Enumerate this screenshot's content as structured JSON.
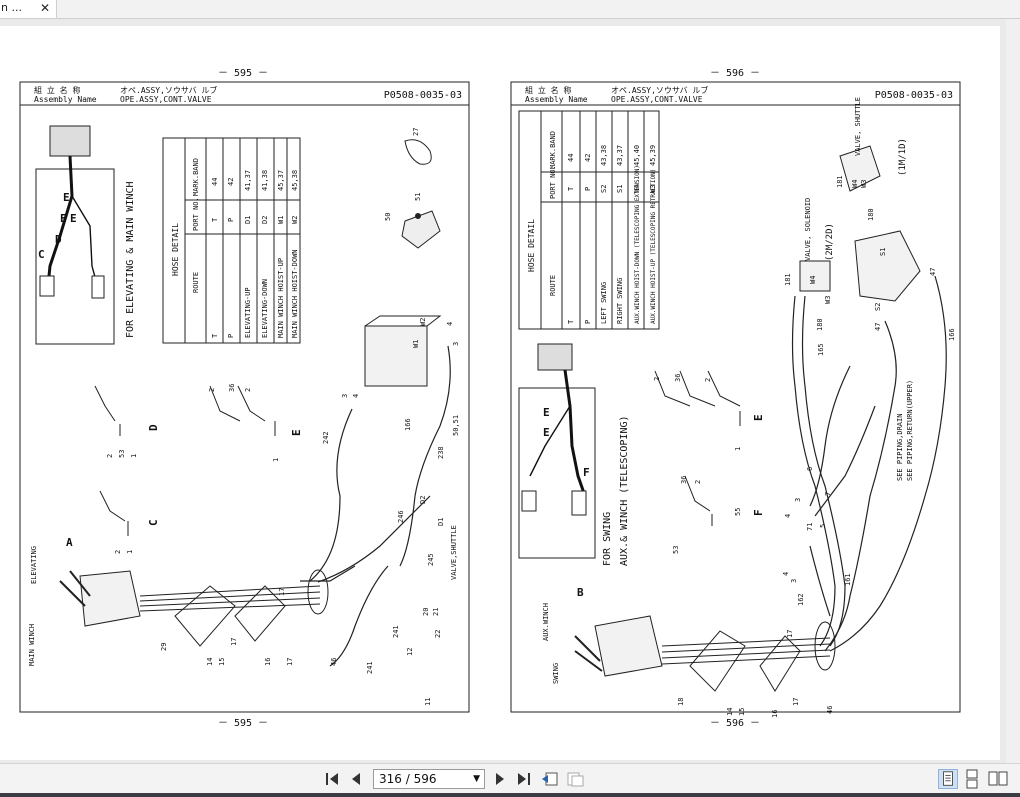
{
  "tab": {
    "title": "n ...",
    "close_glyph": "✕"
  },
  "pages": [
    {
      "number_top": "－ 595 －",
      "number_bottom": "－ 595 －",
      "header_jp_1": "組 立 名 称",
      "header_en_1": "Assembly Name",
      "header_jp_2": "オペ.ASSY,ソウサバ ルブ",
      "header_en_2": "OPE.ASSY,CONT.VALVE",
      "code": "P0508-0035-03",
      "hose_title": "HOSE DETAIL",
      "table_headers": [
        "ROUTE",
        "PORT NO.",
        "MARK.BAND"
      ],
      "table_rows": [
        [
          "T",
          "T",
          "44"
        ],
        [
          "P",
          "P",
          "42"
        ],
        [
          "ELEVATING-UP",
          "D1",
          "41,37"
        ],
        [
          "ELEVATING-DOWN",
          "D2",
          "41,38"
        ],
        [
          "MAIN WINCH HOIST-UP",
          "W1",
          "45,37"
        ],
        [
          "MAIN WINCH HOIST-DOWN",
          "W2",
          "45,38"
        ]
      ],
      "side_title": "FOR ELEVATING & MAIN WINCH",
      "inset_letters": [
        "C",
        "D",
        "E",
        "E",
        "E"
      ],
      "view_labels": [
        "D",
        "E",
        "C",
        "A"
      ],
      "lever_labels": [
        "ELEVATING",
        "MAIN WINCH"
      ],
      "callouts": [
        "27",
        "51",
        "50",
        "W2",
        "4",
        "3",
        "W1",
        "3",
        "4",
        "242",
        "166",
        "238",
        "50,51",
        "2",
        "36",
        "2",
        "2",
        "53",
        "1",
        "1",
        "2",
        "1",
        "D2",
        "D1",
        "246",
        "245",
        "VALVE,SHUTTLE",
        "17",
        "20",
        "21",
        "22",
        "241",
        "12",
        "11",
        "241",
        "29",
        "14",
        "15",
        "16",
        "17",
        "46",
        "17"
      ]
    },
    {
      "number_top": "－ 596 －",
      "number_bottom": "－ 596 －",
      "header_jp_1": "組 立 名 称",
      "header_en_1": "Assembly Name",
      "header_jp_2": "オペ.ASSY,ソウサバ ルブ",
      "header_en_2": "OPE.ASSY,CONT.VALVE",
      "code": "P0508-0035-03",
      "hose_title": "HOSE DETAIL",
      "table_headers": [
        "ROUTE",
        "PORT NO.",
        "MARK.BAND"
      ],
      "table_rows": [
        [
          "T",
          "T",
          "44"
        ],
        [
          "P",
          "P",
          "42"
        ],
        [
          "LEFT SWING",
          "S2",
          "43,38"
        ],
        [
          "RIGHT SWING",
          "S1",
          "43,37"
        ],
        [
          "AUX.WINCH HOIST-DOWN (TELESCOPING EXTENSION)",
          "W4",
          "45,40"
        ],
        [
          "AUX.WINCH HOIST-UP (TELESCOPING RETRACTION)",
          "W3",
          "45,39"
        ]
      ],
      "side_title_1": "FOR SWING",
      "side_title_2": "AUX.& WINCH (TELESCOPING)",
      "inset_letters": [
        "E",
        "E",
        "F"
      ],
      "view_labels": [
        "E",
        "F",
        "B"
      ],
      "lever_labels": [
        "AUX.WINCH",
        "SWING"
      ],
      "valve_labels": [
        "VALVE, SHUTTLE",
        "(1M/1D)",
        "VALVE, SOLENOID",
        "(2M/2D)"
      ],
      "see_notes": [
        "SEE PIPING,DRAIN",
        "SEE PIPING,RETURN(UPPER)"
      ],
      "callouts": [
        "181",
        "W4",
        "W3",
        "180",
        "181",
        "W4",
        "W3",
        "180",
        "S1",
        "47",
        "S2",
        "47",
        "166",
        "165",
        "6",
        "7",
        "5",
        "4",
        "3",
        "71",
        "4",
        "3",
        "162",
        "161",
        "2",
        "36",
        "2",
        "1",
        "36",
        "2",
        "55",
        "53",
        "17",
        "18",
        "14",
        "15",
        "16",
        "17",
        "46"
      ]
    }
  ],
  "toolbar": {
    "page_indicator": "316 / 596",
    "icons": [
      "first-page-icon",
      "previous-page-icon",
      "next-page-icon",
      "last-page-icon",
      "go-back-view-icon",
      "go-forward-view-icon",
      "single-page-view-icon",
      "continuous-view-icon",
      "two-page-view-icon"
    ]
  },
  "colors": {
    "line": "#222222",
    "accent": "#2b62a8"
  }
}
